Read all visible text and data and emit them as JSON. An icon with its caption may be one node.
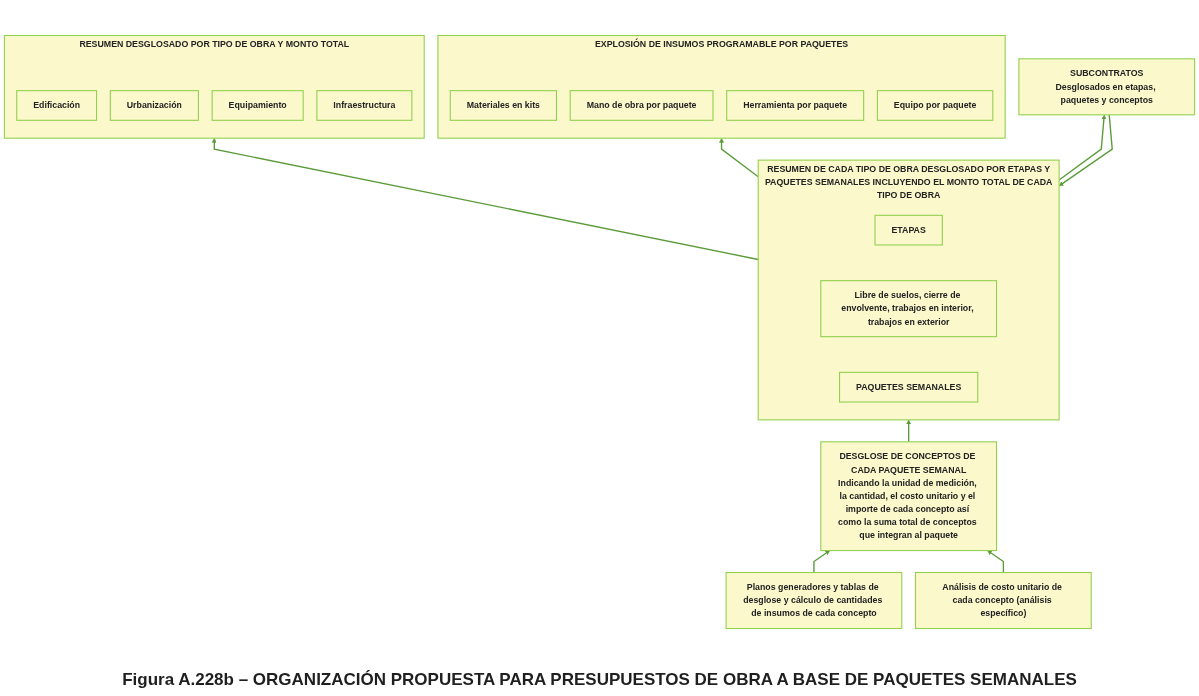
{
  "diagram": {
    "caption": "Figura A.228b – ORGANIZACIÓN PROPUESTA PARA PRESUPUESTOS DE OBRA A BASE DE PAQUETES SEMANALES",
    "nodes": [
      {
        "text": [
          "RESUMEN DESGLOSADO POR TIPO DE OBRA Y MONTO TOTAL"
        ]
      },
      {
        "text": [
          "Edificación"
        ],
        "in": 0
      },
      {
        "text": [
          "Urbanización"
        ],
        "in": 0
      },
      {
        "text": [
          "Equipamiento"
        ],
        "in": 0
      },
      {
        "text": [
          "Infraestructura"
        ],
        "in": 0
      },
      {
        "text": [
          "EXPLOSIÓN DE INSUMOS PROGRAMABLE POR PAQUETES"
        ]
      },
      {
        "text": [
          "Materiales en kits"
        ],
        "in": 5
      },
      {
        "text": [
          "Mano de obra por paquete"
        ],
        "in": 5
      },
      {
        "text": [
          "Herramienta por paquete"
        ],
        "in": 5
      },
      {
        "text": [
          "Equipo por paquete"
        ],
        "in": 5
      },
      {
        "text": [
          "RESUMEN DE CADA TIPO DE OBRA DESGLOSADO POR ETAPAS Y PAQUETES SEMANALES INCLUYENDO EL MONTO TOTAL DE CADA TIPO DE OBRA"
        ]
      },
      {
        "text": [
          "ETAPAS"
        ],
        "in": 10
      },
      {
        "text": [
          "Libre de suelos, cierre de envolvente, trabajos en interior, trabajos en exterior"
        ],
        "in": 10
      },
      {
        "text": [
          "PAQUETES SEMANALES"
        ],
        "in": 10
      },
      {
        "text": [
          "SUBCONTRATOS",
          "Desglosados en etapas, paquetes y conceptos"
        ]
      },
      {
        "text": [
          "DESGLOSE DE CONCEPTOS DE CADA PAQUETE SEMANAL",
          "Indicando la unidad de medición, la cantidad, el costo unitario y el importe de cada concepto así como la suma total de conceptos que integran al paquete"
        ]
      },
      {
        "text": [
          "Planos generadores y tablas de desglose y cálculo de cantidades de insumos de cada concepto"
        ]
      },
      {
        "text": [
          "Análisis de costo unitario de cada concepto (análisis específico)"
        ]
      }
    ],
    "edges": [
      {
        "from": 10,
        "to": 0,
        "arrow": "to"
      },
      {
        "from": 10,
        "to": 5,
        "arrow": "to"
      },
      {
        "from": 10,
        "to": 14,
        "arrow": "to"
      },
      {
        "from": 14,
        "to": 10,
        "arrow": "to"
      },
      {
        "from": 15,
        "to": 10,
        "arrow": "to"
      },
      {
        "from": 16,
        "to": 15,
        "arrow": "to"
      },
      {
        "from": 17,
        "to": 15,
        "arrow": "to"
      }
    ]
  }
}
